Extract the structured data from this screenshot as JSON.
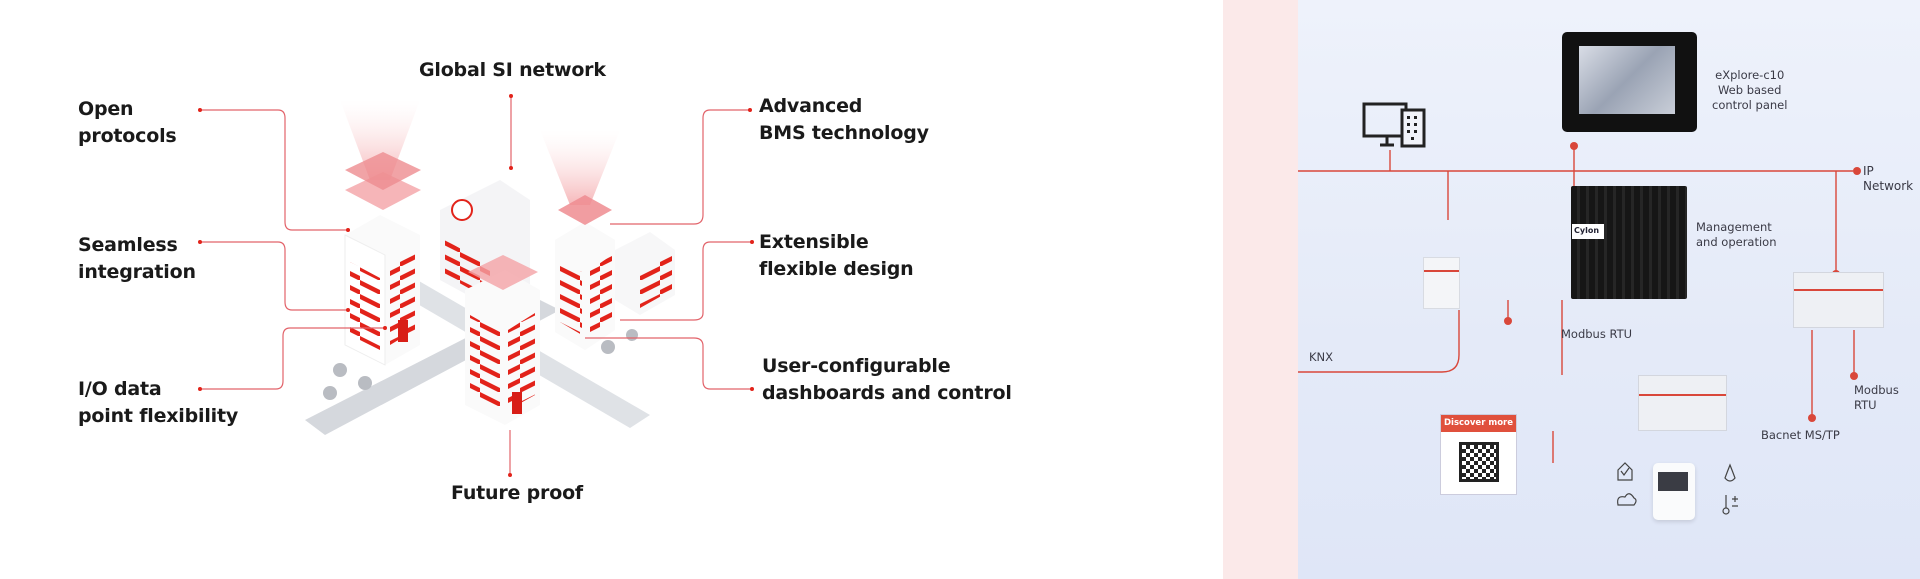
{
  "features": {
    "open_protocols": [
      "Open",
      "protocols"
    ],
    "global_si": "Global SI network",
    "advanced_bms": [
      "Advanced",
      "BMS technology"
    ],
    "seamless": [
      "Seamless",
      "integration"
    ],
    "extensible": [
      "Extensible",
      "flexible design"
    ],
    "io_data": [
      "I/O data",
      "point flexibility"
    ],
    "user_config": [
      "User-configurable",
      "dashboards and control"
    ],
    "future_proof": "Future proof"
  },
  "photo": {
    "panel_label": [
      "eXplore-c10",
      "Web based",
      "control panel"
    ],
    "ip_network": "IP Network",
    "management": [
      "Management",
      "and operation"
    ],
    "cylon_logo": "Cylon",
    "knx": "KNX",
    "modbus_left": "Modbus RTU",
    "modbus_right": "Modbus RTU",
    "bacnet": "Bacnet MS/TP",
    "discover_more": "Discover more"
  },
  "colors": {
    "accent": "#e2231a",
    "line": "#d9473a",
    "strip": "#fbe9e9"
  }
}
